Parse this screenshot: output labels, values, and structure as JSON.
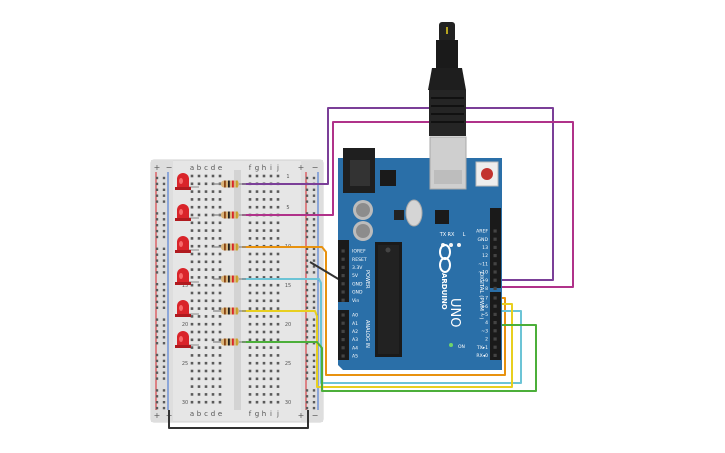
{
  "breadboard": {
    "columns_left": [
      "a",
      "b",
      "c",
      "d",
      "e"
    ],
    "columns_right": [
      "f",
      "g",
      "h",
      "i",
      "j"
    ],
    "rail_plus": "+",
    "rail_minus": "−",
    "row_numbers": [
      "1",
      "5",
      "10",
      "15",
      "20",
      "25",
      "30"
    ]
  },
  "arduino": {
    "brand": "ARDUINO",
    "model": "UNO",
    "digital_label": "DIGITAL (PWM ~)",
    "power_label": "POWER",
    "analog_label": "ANALOG IN",
    "on_label": "ON",
    "tx_label": "TX",
    "rx_label": "RX",
    "l_label": "L",
    "power_pins": [
      "IOREF",
      "RESET",
      "3.3V",
      "5V",
      "GND",
      "GND",
      "Vin"
    ],
    "analog_pins": [
      "A0",
      "A1",
      "A2",
      "A3",
      "A4",
      "A5"
    ],
    "digital_pins_top": [
      "AREF",
      "GND",
      "13",
      "12",
      "~11",
      "~10",
      "~9",
      "8"
    ],
    "digital_pins_bottom": [
      "7",
      "~6",
      "~5",
      "4",
      "~3",
      "2",
      "TX▸1",
      "RX◂0"
    ]
  },
  "colors": {
    "board_blue": "#2a6fa8",
    "breadboard_bg": "#e8e8e8",
    "wire_purple": "#7b3f98",
    "wire_magenta": "#b0328a",
    "wire_orange": "#e8920f",
    "wire_cyan": "#6cc4d6",
    "wire_yellow": "#e8cf1f",
    "wire_green": "#4caf3a",
    "wire_black": "#333333",
    "led_red": "#d9242a"
  }
}
